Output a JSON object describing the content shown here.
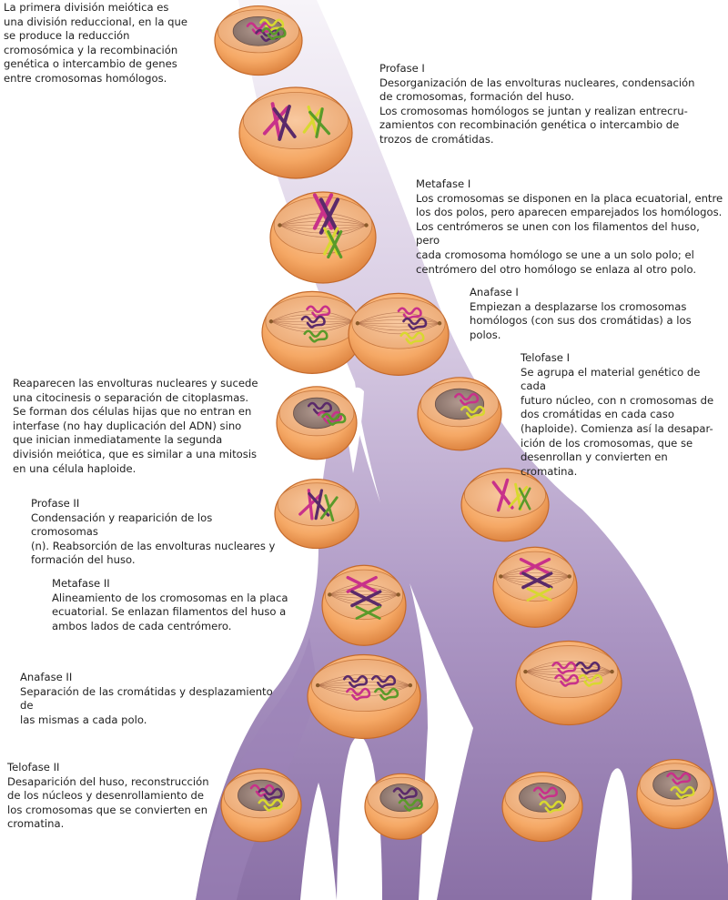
{
  "colors": {
    "band_light": "#f3eef6",
    "band_dark": "#8c74a8",
    "cell_orange": "#f0a060",
    "cell_rim": "#c46a2c",
    "nucleus": "#9a8278",
    "chromosome_magenta": "#c8318a",
    "chromosome_purple": "#5a2a6a",
    "chromosome_yellow": "#d8d830",
    "chromosome_green": "#5a9a2a"
  },
  "texts": {
    "intro": {
      "title": "",
      "body": "La primera división meiótica es\nuna división reduccional, en la que\nse produce la reducción\ncromosómica y la recombinación\ngenética o intercambio de genes\nentre cromosomas homólogos."
    },
    "profase1": {
      "title": "Profase I",
      "body": "Desorganización de las envolturas nucleares, condensación\nde cromosomas, formación del huso.\nLos cromosomas homólogos se juntan y realizan entrecru-\nzamientos con recombinación genética o intercambio de\ntrozos de cromátidas."
    },
    "metafase1": {
      "title": "Metafase I",
      "body": "Los cromosomas se disponen en la placa ecuatorial, entre\nlos dos polos, pero aparecen emparejados los homólogos.\nLos centrómeros se unen con los filamentos del huso, pero\ncada cromosoma homólogo se une a un solo polo; el\ncentrómero del otro homólogo se enlaza al otro polo."
    },
    "anafase1": {
      "title": "Anafase I",
      "body": "Empiezan a desplazarse los cromosomas\nhomólogos (con sus dos cromátidas) a los polos."
    },
    "telofase1": {
      "title": "Telofase I",
      "body": "Se agrupa el material genético de cada\nfuturo núcleo, con n cromosomas de\ndos cromátidas en cada caso\n(haploide). Comienza así la desapar-\nición de los cromosomas, que se\ndesenrollan y convierten en cromatina."
    },
    "citocinesis": {
      "title": "",
      "body": "Reaparecen las envolturas nucleares y sucede\nuna citocinesis o separación de citoplasmas.\nSe forman dos células hijas que no entran en\ninterfase (no hay duplicación del ADN) sino\nque inician inmediatamente la segunda\ndivisión meiótica, que es similar a una mitosis\nen una célula haploide."
    },
    "profase2": {
      "title": "Profase II",
      "body": "Condensación y reaparición de los cromosomas\n(n). Reabsorción de las envolturas nucleares y\nformación del huso."
    },
    "metafase2": {
      "title": "Metafase II",
      "body": "Alineamiento de los cromosomas en la placa\necuatorial. Se enlazan filamentos del huso a\nambos lados de cada centrómero."
    },
    "anafase2": {
      "title": "Anafase II",
      "body": "Separación de las cromátidas y desplazamiento de\nlas mismas a cada polo."
    },
    "telofase2": {
      "title": "Telofase II",
      "body": "Desaparición del huso, reconstrucción\nde los núcleos y desenrollamiento de\nlos cromosomas que se convierten en\ncromatina."
    }
  }
}
